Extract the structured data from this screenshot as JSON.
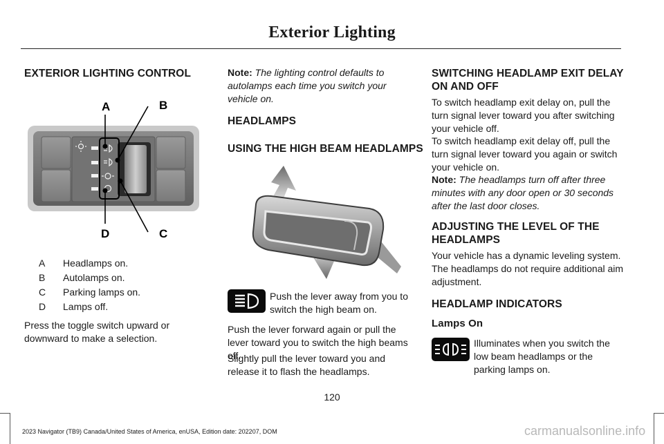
{
  "header": {
    "title": "Exterior Lighting"
  },
  "col1": {
    "heading": "EXTERIOR LIGHTING CONTROL",
    "callouts": [
      "A",
      "B",
      "C",
      "D"
    ],
    "legend": [
      {
        "key": "A",
        "text": "Headlamps on."
      },
      {
        "key": "B",
        "text": "Autolamps on."
      },
      {
        "key": "C",
        "text": "Parking lamps on."
      },
      {
        "key": "D",
        "text": "Lamps off."
      }
    ],
    "paragraph": "Press the toggle switch upward or downward to make a selection."
  },
  "col2": {
    "note_label": "Note:",
    "note_text": "The lighting control defaults to autolamps each time you switch your vehicle on.",
    "heading1": "HEADLAMPS",
    "heading2": "USING THE HIGH BEAM HEADLAMPS",
    "push_text": "Push the lever away from you to switch the high beam on.",
    "para1": "Push the lever forward again or pull the lever toward you to switch the high beams off.",
    "para2": "Slightly pull the lever toward you and release it to flash the headlamps."
  },
  "col3": {
    "heading1": "SWITCHING HEADLAMP EXIT DELAY ON AND OFF",
    "para1": "To switch headlamp exit delay on, pull the turn signal lever toward you after switching your vehicle off.",
    "para2": "To switch headlamp exit delay off, pull the turn signal lever toward you again or switch your vehicle on.",
    "note_label": "Note:",
    "note_text": "The headlamps turn off after three minutes with any door open or 30 seconds after the last door closes.",
    "heading2": "ADJUSTING THE LEVEL OF THE HEADLAMPS",
    "para3": "Your vehicle has a dynamic leveling system. The headlamps do not require additional aim adjustment.",
    "heading3": "HEADLAMP INDICATORS",
    "subheading": "Lamps On",
    "lamps_text": "Illuminates when you switch the low beam headlamps or the parking lamps on."
  },
  "footer": {
    "page_number": "120",
    "edition": "2023 Navigator (TB9) Canada/United States of America, enUSA, Edition date: 202207, DOM",
    "watermark": "carmanualsonline.info"
  }
}
